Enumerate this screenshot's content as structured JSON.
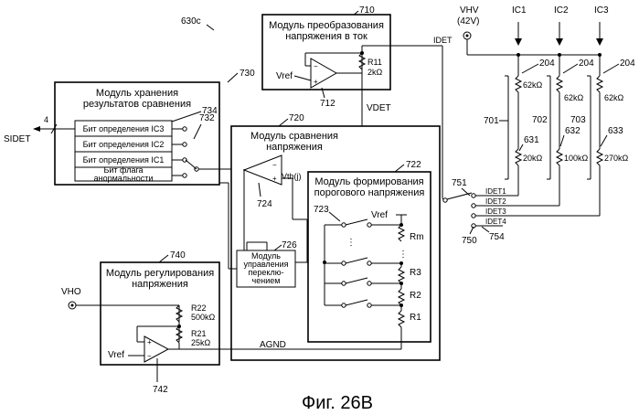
{
  "figure_ref": "630c",
  "caption": "Фиг. 26В",
  "vi_module": {
    "ref": "710",
    "title_line1": "Модуль преобразования",
    "title_line2": "напряжения в ток",
    "vref": "Vref",
    "resistor": "R11",
    "resistor_value": "2kΩ",
    "opamp_ref": "712",
    "output_label": "VDET",
    "current_label": "IDET"
  },
  "storage_module": {
    "ref": "730",
    "title_line1": "Модуль хранения",
    "title_line2": "результатов сравнения",
    "inner_ref": "734",
    "switch_ref": "732",
    "bits": [
      "Бит определения IC3",
      "Бит определения IC2",
      "Бит определения IC1"
    ],
    "flag_line1": "Бит флага",
    "flag_line2": "анормальности",
    "output_label": "SIDET",
    "bus_width": "4"
  },
  "comparator_module": {
    "ref": "720",
    "title_line1": "Модуль сравнения",
    "title_line2": "напряжения",
    "comparator_ref": "724",
    "threshold_label": "Vth(j)",
    "control_ref": "726",
    "control_lines": [
      "Модуль",
      "управления",
      "переклю-",
      "чением"
    ]
  },
  "threshold_module": {
    "ref": "722",
    "title_line1": "Модуль формирования",
    "title_line2": "порогового напряжения",
    "switch_ref": "723",
    "vref": "Vref",
    "resistors": [
      "Rm",
      "R3",
      "R2",
      "R1"
    ],
    "ellipsis": "⋮"
  },
  "regulator_module": {
    "ref": "740",
    "title_line1": "Модуль регулирования",
    "title_line2": "напряжения",
    "input_label": "VHO",
    "r22": "R22",
    "r22_value": "500kΩ",
    "r21": "R21",
    "r21_value": "25kΩ",
    "vref": "Vref",
    "opamp_ref": "742",
    "ground_label": "AGND"
  },
  "supply": {
    "vhv_label": "VHV",
    "vhv_value": "(42V)",
    "ic_labels": [
      "IC1",
      "IC2",
      "IC3"
    ],
    "top_resistor_value": "62kΩ",
    "top_resistor_ref": "204",
    "group_refs": [
      "701",
      "702",
      "703"
    ],
    "bottom_refs": [
      "631",
      "632",
      "633"
    ],
    "bottom_values": [
      "20kΩ",
      "100kΩ",
      "270kΩ"
    ]
  },
  "selector": {
    "ref": "751",
    "switch_ref": "750",
    "outputs": [
      "IDET1",
      "IDET2",
      "IDET3",
      "IDET4"
    ],
    "ref_754": "754"
  }
}
